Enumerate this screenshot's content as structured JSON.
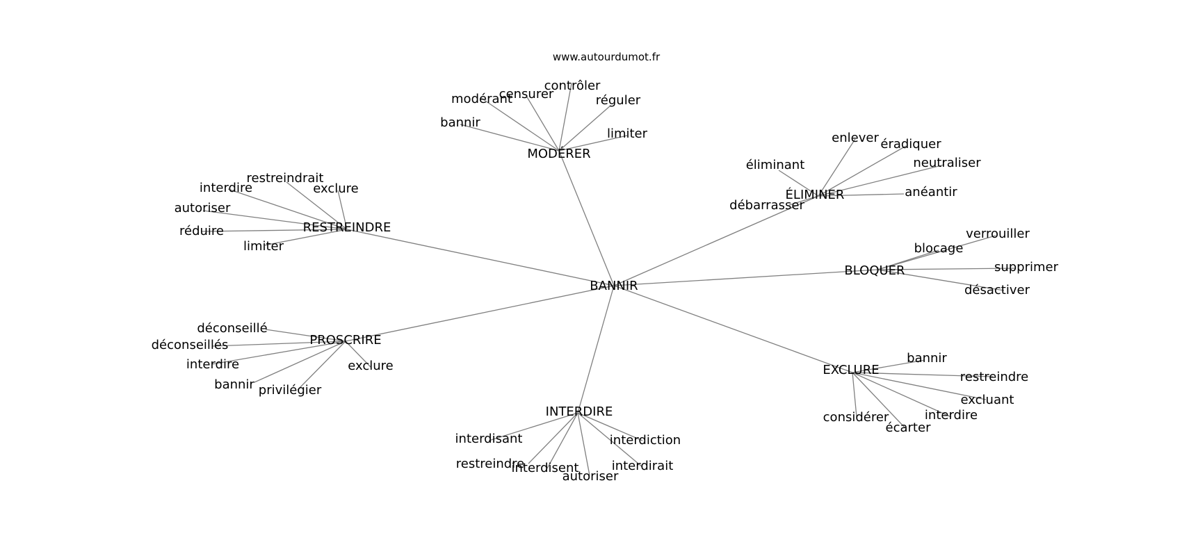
{
  "source": "www.autourdumot.fr",
  "colors": {
    "edge": "#7f7f7f",
    "text": "#000000",
    "background": "#ffffff"
  },
  "root": "BANNIR",
  "clusters": [
    {
      "id": "moderer",
      "label": "MODÉRER",
      "words": [
        "bannir",
        "modérant",
        "censurer",
        "contrôler",
        "réguler",
        "limiter"
      ]
    },
    {
      "id": "eliminer",
      "label": "ÉLIMINER",
      "words": [
        "éliminant",
        "enlever",
        "éradiquer",
        "neutraliser",
        "anéantir",
        "débarrasser"
      ]
    },
    {
      "id": "bloquer",
      "label": "BLOQUER",
      "words": [
        "blocage",
        "verrouiller",
        "supprimer",
        "désactiver"
      ]
    },
    {
      "id": "exclure",
      "label": "EXCLURE",
      "words": [
        "bannir",
        "restreindre",
        "excluant",
        "interdire",
        "écarter",
        "considérer"
      ]
    },
    {
      "id": "interdire",
      "label": "INTERDIRE",
      "words": [
        "interdisant",
        "restreindre",
        "interdisent",
        "autoriser",
        "interdirait",
        "interdiction"
      ]
    },
    {
      "id": "proscrire",
      "label": "PROSCRIRE",
      "words": [
        "déconseillé",
        "déconseillés",
        "interdire",
        "bannir",
        "privilégier",
        "exclure"
      ]
    },
    {
      "id": "restreindre",
      "label": "RESTREINDRE",
      "words": [
        "interdire",
        "restreindrait",
        "exclure",
        "autoriser",
        "réduire",
        "limiter"
      ]
    }
  ]
}
